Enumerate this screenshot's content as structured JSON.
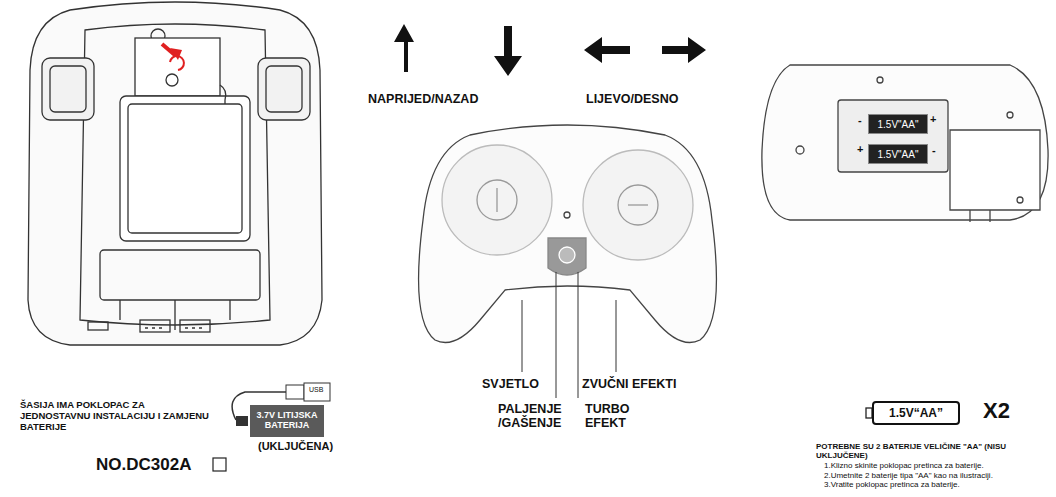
{
  "diagram": {
    "nodes": [
      {
        "text": [
          "3.7V LITIJSKA BATERIJA"
        ]
      },
      {
        "text": [
          "1.5V“AA”"
        ]
      },
      {
        "text": [
          "1.5V\"AA\""
        ]
      },
      {
        "text": [
          "1.5V\"AA\""
        ]
      }
    ],
    "labels": [
      "NAPRIJED/NAZAD",
      "LIJEVO/DESNO",
      "SVJETLO",
      "ZVUČNI EFEKTI",
      "PALJENJE /GAŠENJE",
      "TURBO EFEKT",
      "ŠASIJA IMA POKLOPAC ZA JEDNOSTAVNU INSTALACIJU I ZAMJENU BATERIJE",
      "(UKLJUČENA)",
      "NO.DC302A",
      "USB",
      "X2",
      "POTREBNE SU 2 BATERIJE VELIČINE \"AA\" (NISU UKLJUČENE)",
      "1.Klizno skinite poklopac pretinca za baterije.",
      "2.Umetnite 2 baterije tipa \"AA\" kao na ilustraciji.",
      "3.Vratite poklopac pretinca za baterije.",
      "-",
      "+",
      "+",
      "-"
    ]
  }
}
